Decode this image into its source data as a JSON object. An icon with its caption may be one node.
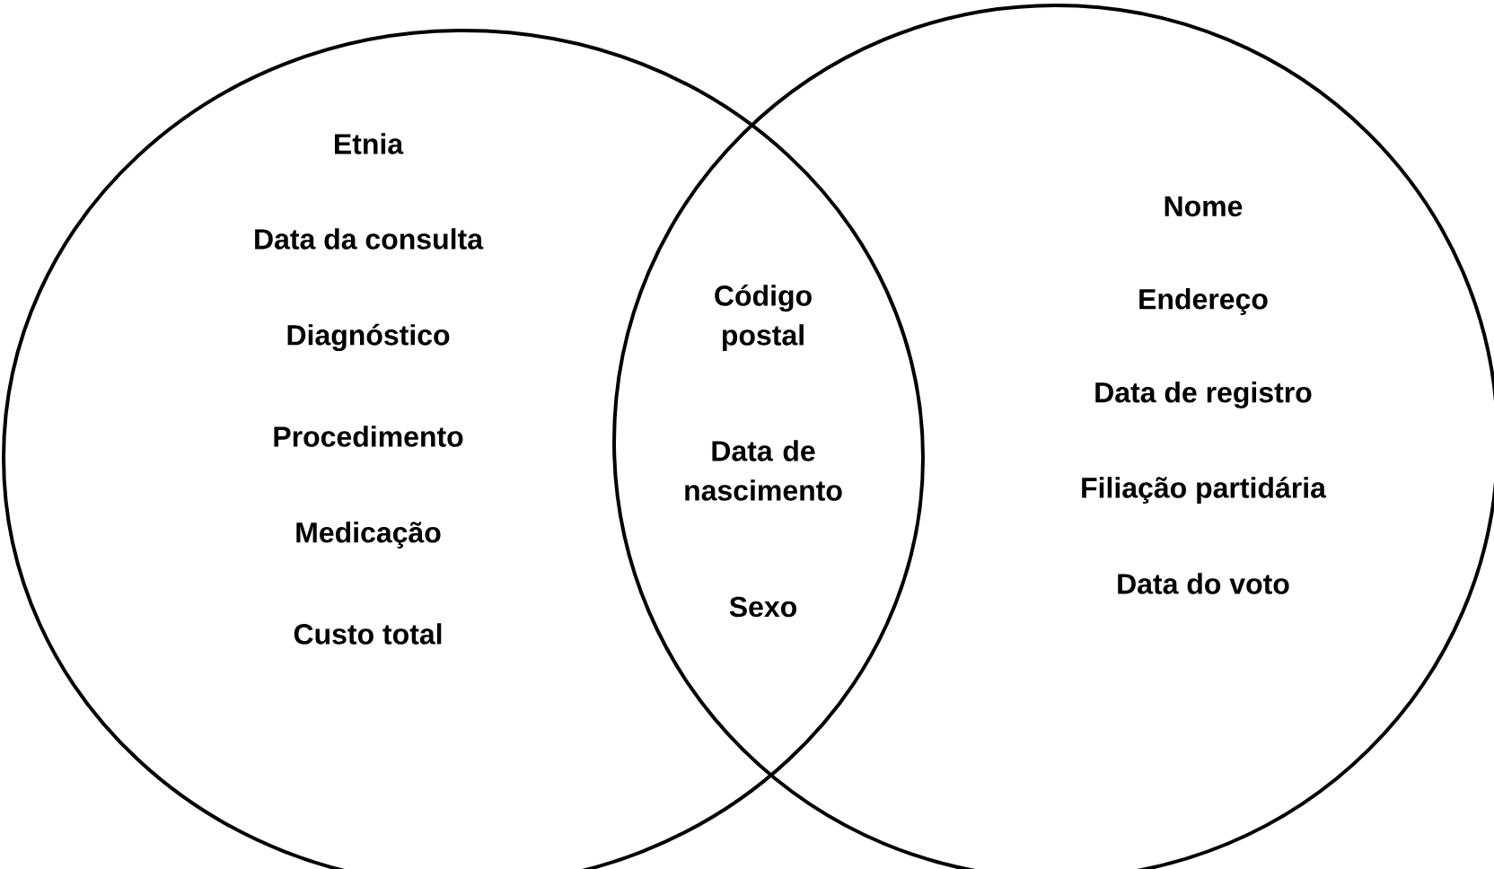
{
  "diagram": {
    "nodes": [
      {
        "text": [
          "Etnia",
          "Data da consulta",
          "Diagnóstico",
          "Procedimento",
          "Medicação",
          "Custo total"
        ]
      },
      {
        "text": [
          "Nome",
          "Endereço",
          "Data de registro",
          "Filiação partidária",
          "Data do voto"
        ]
      }
    ],
    "labels": [
      "Código postal",
      "Data de nascimento",
      "Sexo"
    ]
  }
}
